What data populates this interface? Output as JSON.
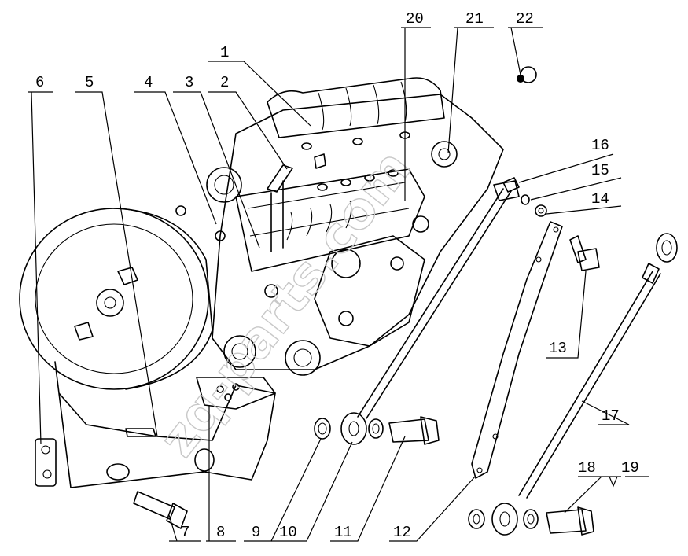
{
  "watermark": "zq-parts.com",
  "callouts": [
    {
      "id": "c1",
      "label": "1"
    },
    {
      "id": "c2",
      "label": "2"
    },
    {
      "id": "c3",
      "label": "3"
    },
    {
      "id": "c4",
      "label": "4"
    },
    {
      "id": "c5",
      "label": "5"
    },
    {
      "id": "c6",
      "label": "6"
    },
    {
      "id": "c7",
      "label": "7"
    },
    {
      "id": "c8",
      "label": "8"
    },
    {
      "id": "c9",
      "label": "9"
    },
    {
      "id": "c10",
      "label": "10"
    },
    {
      "id": "c11",
      "label": "11"
    },
    {
      "id": "c12",
      "label": "12"
    },
    {
      "id": "c13",
      "label": "13"
    },
    {
      "id": "c14",
      "label": "14"
    },
    {
      "id": "c15",
      "label": "15"
    },
    {
      "id": "c16",
      "label": "16"
    },
    {
      "id": "c17",
      "label": "17"
    },
    {
      "id": "c18",
      "label": "18"
    },
    {
      "id": "c19",
      "label": "19"
    },
    {
      "id": "c20",
      "label": "20"
    },
    {
      "id": "c21",
      "label": "21"
    },
    {
      "id": "c22",
      "label": "22"
    }
  ]
}
